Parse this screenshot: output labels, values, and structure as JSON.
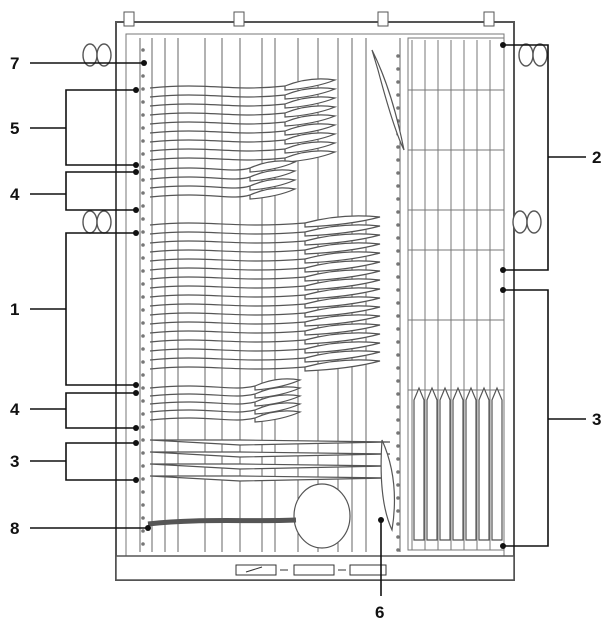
{
  "diagram": {
    "callouts": [
      {
        "id": "c7",
        "number": "7"
      },
      {
        "id": "c5",
        "number": "5"
      },
      {
        "id": "c4a",
        "number": "4"
      },
      {
        "id": "c1",
        "number": "1"
      },
      {
        "id": "c4b",
        "number": "4"
      },
      {
        "id": "c3a",
        "number": "3"
      },
      {
        "id": "c8",
        "number": "8"
      },
      {
        "id": "c2",
        "number": "2"
      },
      {
        "id": "c3b",
        "number": "3"
      },
      {
        "id": "c6",
        "number": "6"
      }
    ]
  },
  "colors": {
    "line": "#111111",
    "rack": "#555555",
    "rack_light": "#9a9a9a",
    "background": "#ffffff"
  },
  "icons": [
    "dishwasher-cutlery-rack-drawing",
    "arrow-icon"
  ]
}
